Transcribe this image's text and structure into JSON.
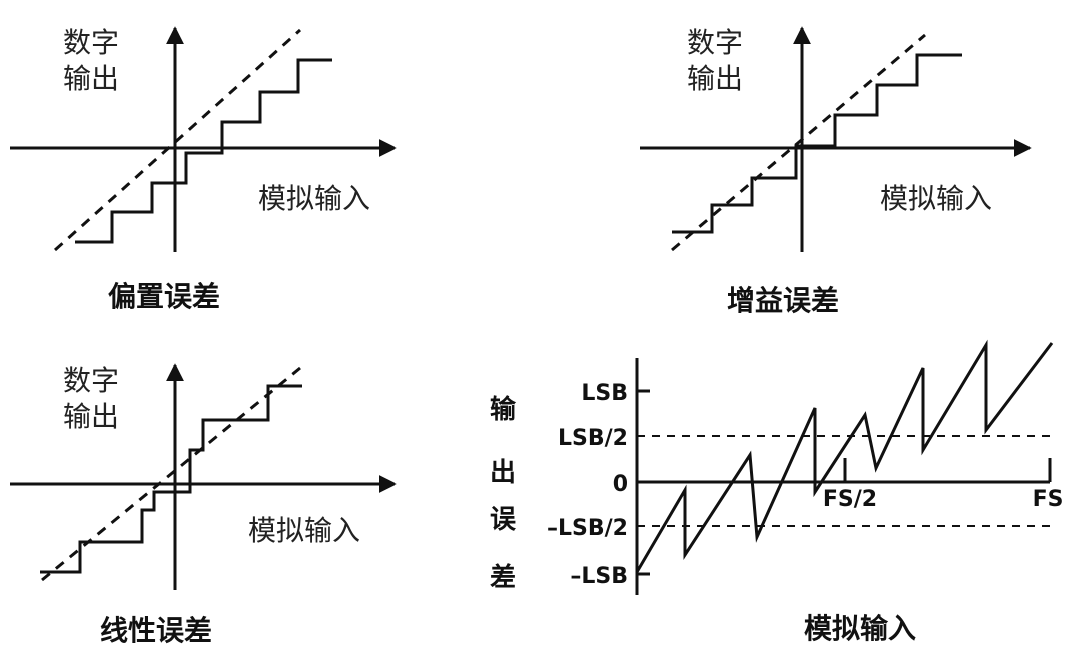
{
  "axis_labels": {
    "digital_output": [
      "数字",
      "输出"
    ],
    "analog_input": "模拟输入"
  },
  "panels": {
    "offset": {
      "title": "偏置误差"
    },
    "gain": {
      "title": "增益误差"
    },
    "linearity": {
      "title": "线性误差"
    },
    "quantization": {
      "y_label_chars": [
        "输",
        "出",
        "误",
        "差"
      ],
      "x_title": "模拟输入",
      "y_ticks": [
        "LSB",
        "LSB/2",
        "0",
        "–LSB/2",
        "–LSB"
      ],
      "x_ticks": [
        "FS/2",
        "FS"
      ]
    }
  }
}
